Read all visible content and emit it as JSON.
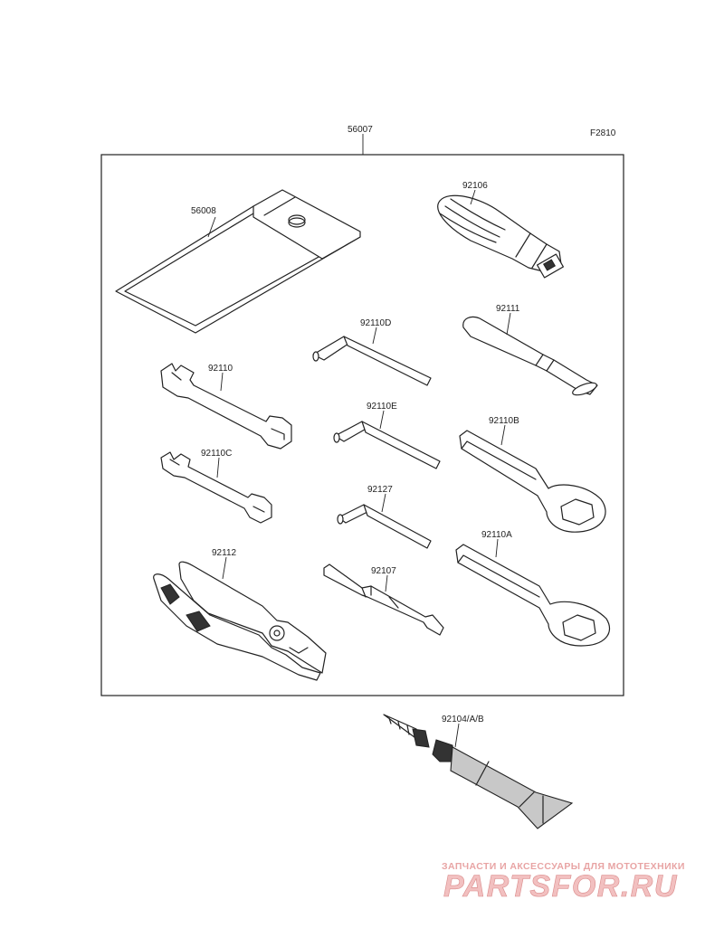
{
  "diagram": {
    "figure_code": "F2810",
    "parts": [
      {
        "number": "56007"
      },
      {
        "number": "56008"
      },
      {
        "number": "92106"
      },
      {
        "number": "92110D"
      },
      {
        "number": "92111"
      },
      {
        "number": "92110"
      },
      {
        "number": "92110E"
      },
      {
        "number": "92110B"
      },
      {
        "number": "92110C"
      },
      {
        "number": "92127"
      },
      {
        "number": "92110A"
      },
      {
        "number": "92112"
      },
      {
        "number": "92107"
      },
      {
        "number": "92104/A/B"
      }
    ]
  },
  "watermark": {
    "tagline": "ЗАПЧАСТИ И АКСЕССУАРЫ ДЛЯ МОТОТЕХНИКИ",
    "brand": "PARTSFOR.RU"
  }
}
